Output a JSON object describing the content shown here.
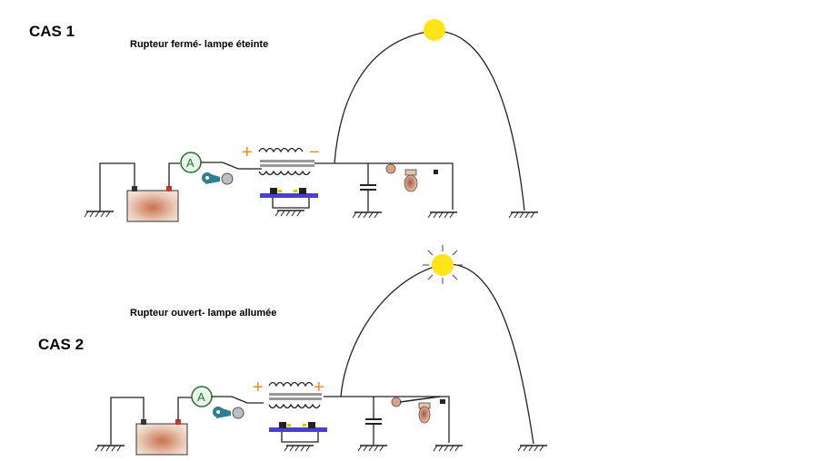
{
  "case1": {
    "title": "CAS 1",
    "caption": "Rupteur fermé- lampe éteinte",
    "coil_sign_left": "+",
    "coil_sign_right": "−",
    "ammeter_label": "A",
    "lamp_state": "off",
    "breaker_state": "closed"
  },
  "case2": {
    "title": "CAS 2",
    "caption": "Rupteur ouvert- lampe allumée",
    "coil_sign_left": "+",
    "coil_sign_right": "+",
    "ammeter_label": "A",
    "lamp_state": "on",
    "breaker_state": "open"
  },
  "colors": {
    "lamp": "#ffe41a",
    "battery": "#b35a3a",
    "ammeter": "#2b6b3a",
    "key": "#2f7f8e",
    "signs": "#f08c00",
    "electrodes": "#4a3fd0"
  }
}
